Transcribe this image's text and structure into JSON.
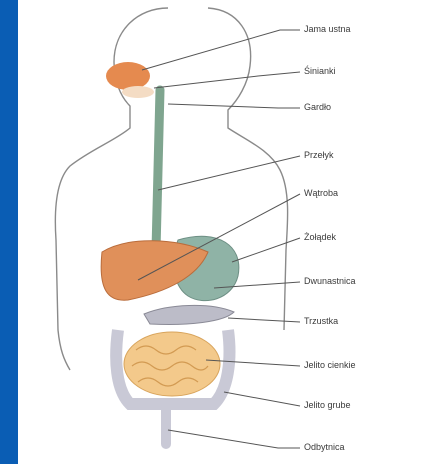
{
  "frame": {
    "background": "#0a5db4"
  },
  "diagram": {
    "colors": {
      "outline": "#8a8a8a",
      "esophagus": "#7fa58f",
      "liver": "#e0905a",
      "stomach": "#8fb3a6",
      "small_intestine": "#f3c98b",
      "large_intestine": "#c9c9d6",
      "mouth": "#e58a4f",
      "leader_line": "#555555"
    },
    "labels": [
      "Jama ustna",
      "Śinianki",
      "Gardło",
      "Przełyk",
      "Wątroba",
      "Żołądek",
      "Dwunastnica",
      "Trzustka",
      "Jelito cienkie",
      "Jelito grube",
      "Odbytnica"
    ]
  }
}
